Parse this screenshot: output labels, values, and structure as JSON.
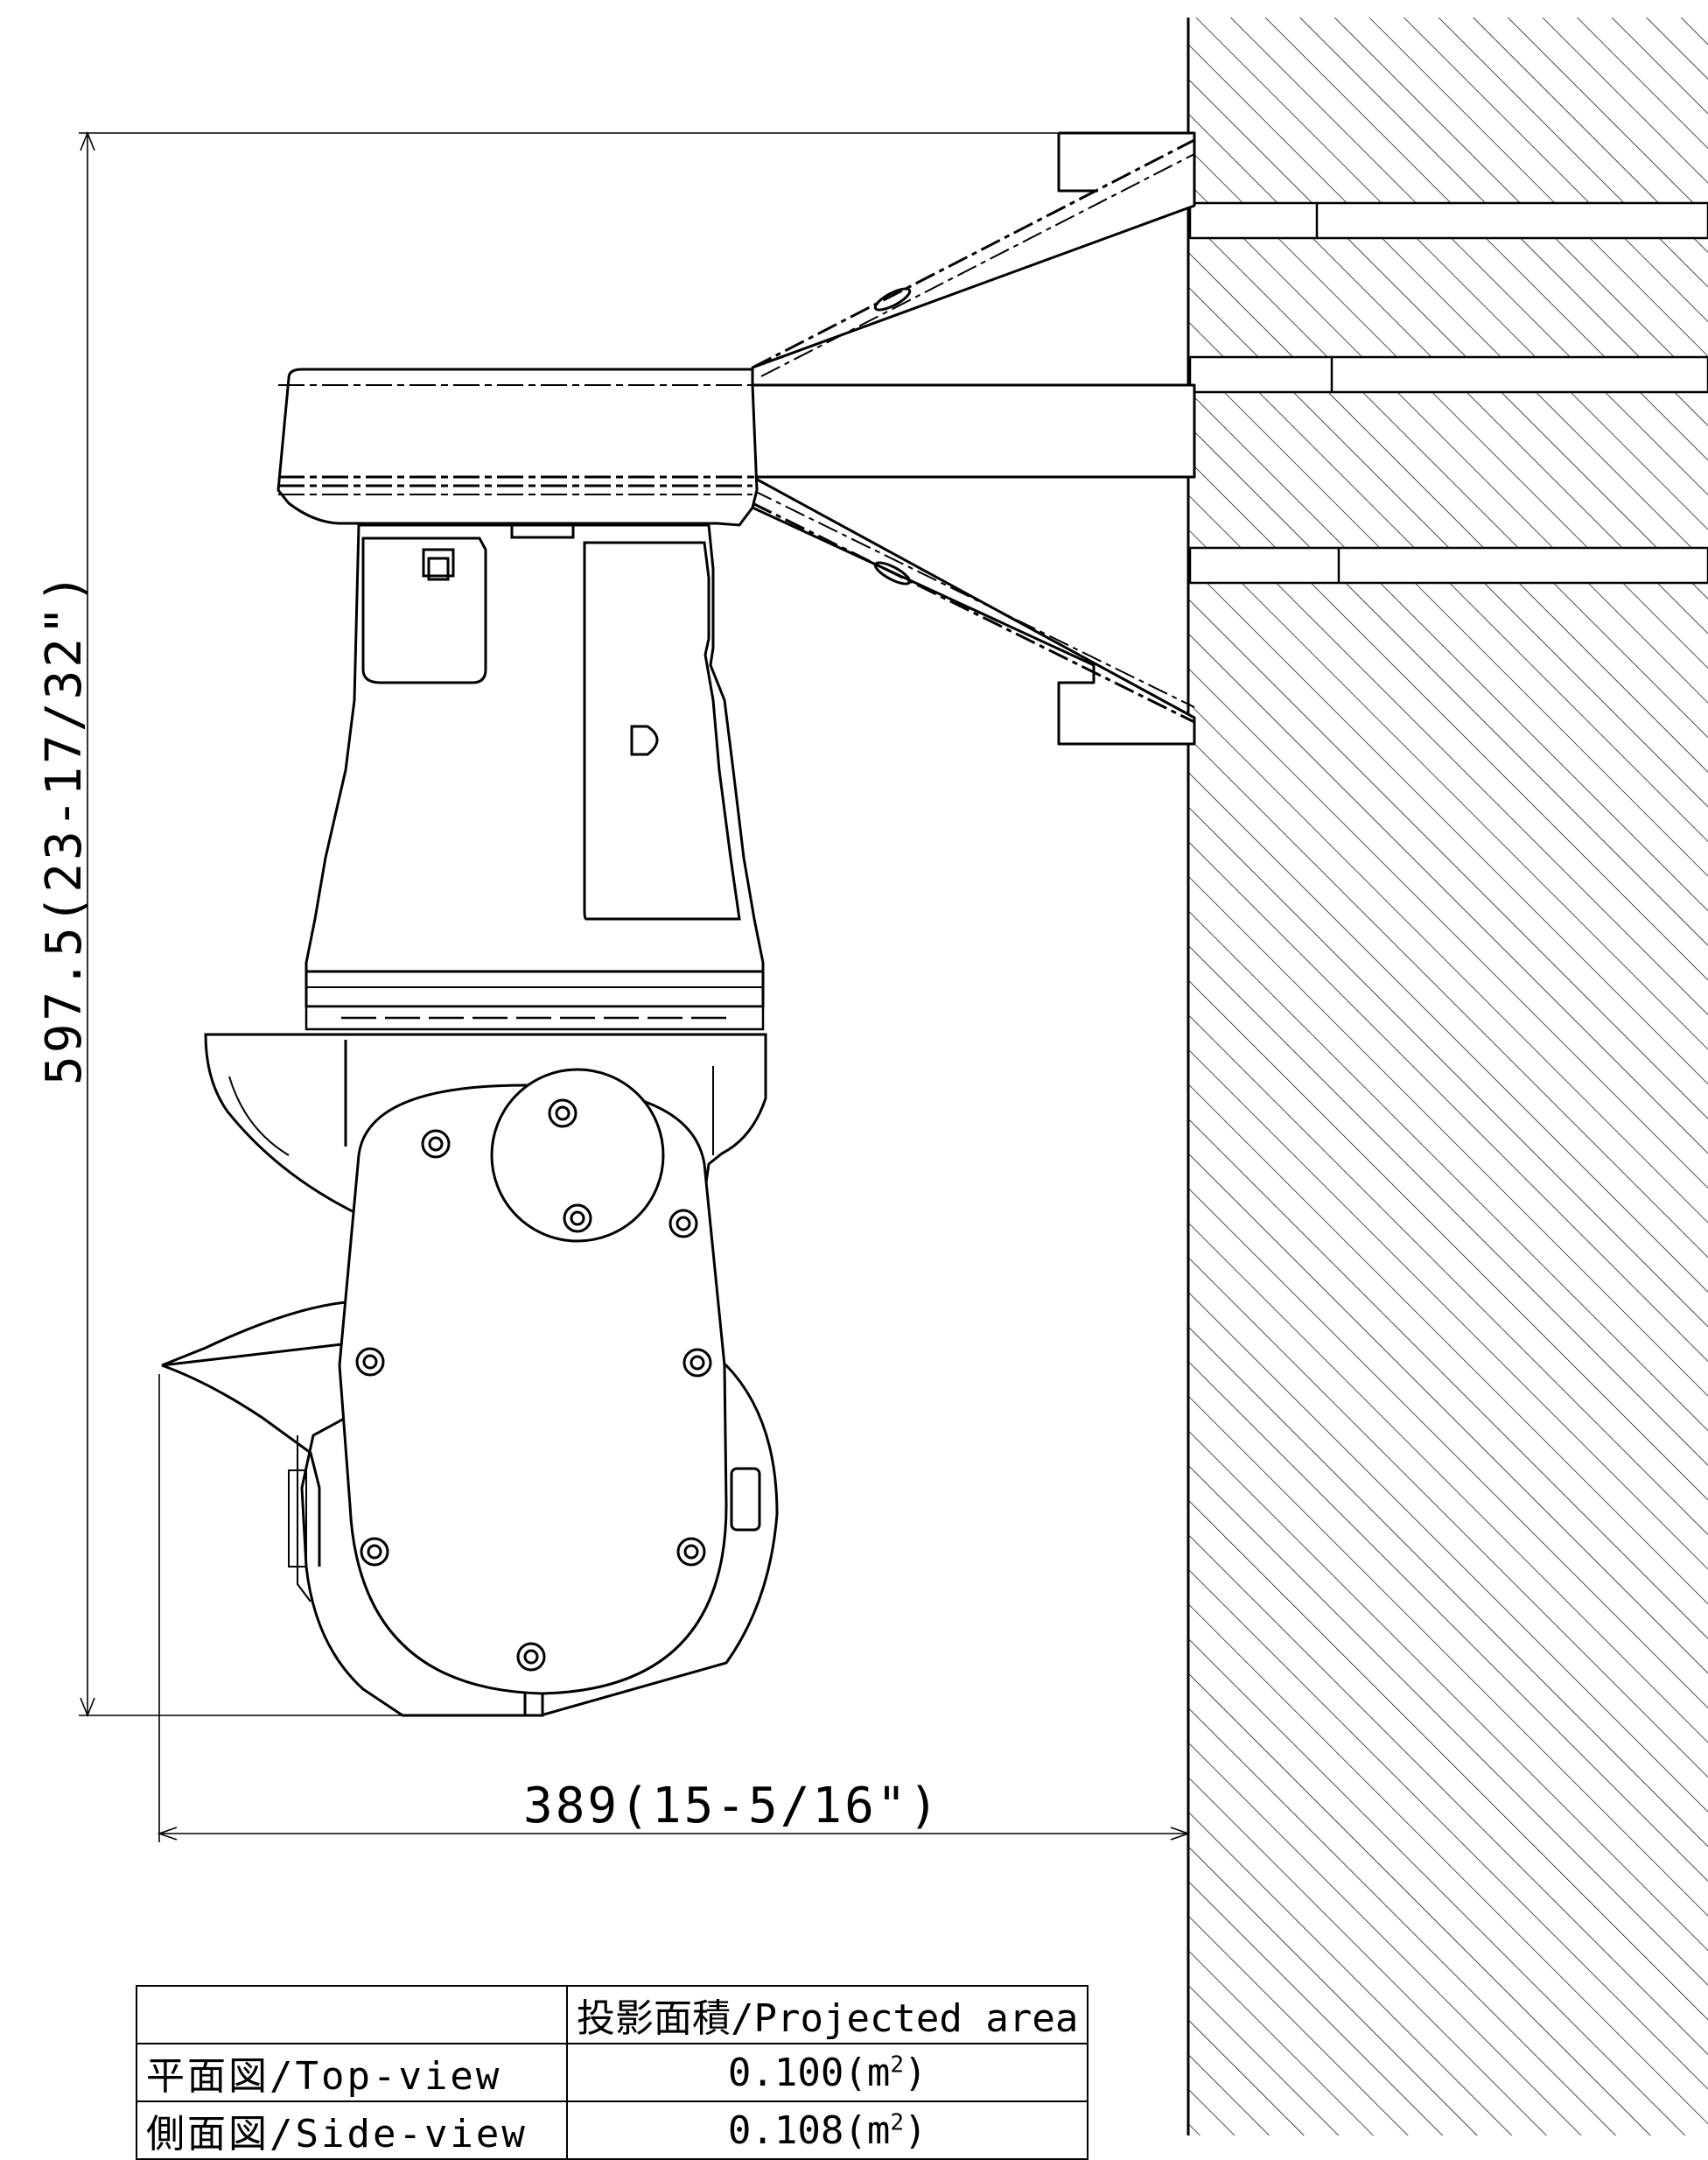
{
  "dimensions": {
    "height": "597.5(23-17/32\")",
    "width": "389(15-5/16\")"
  },
  "area_table": {
    "header": [
      "",
      "投影面積/Projected area"
    ],
    "rows": [
      {
        "label": "平面図/Top-view",
        "value": "0.100",
        "unit": "m",
        "exp": "2"
      },
      {
        "label": "側面図/Side-view",
        "value": "0.108",
        "unit": "m",
        "exp": "2"
      }
    ]
  }
}
